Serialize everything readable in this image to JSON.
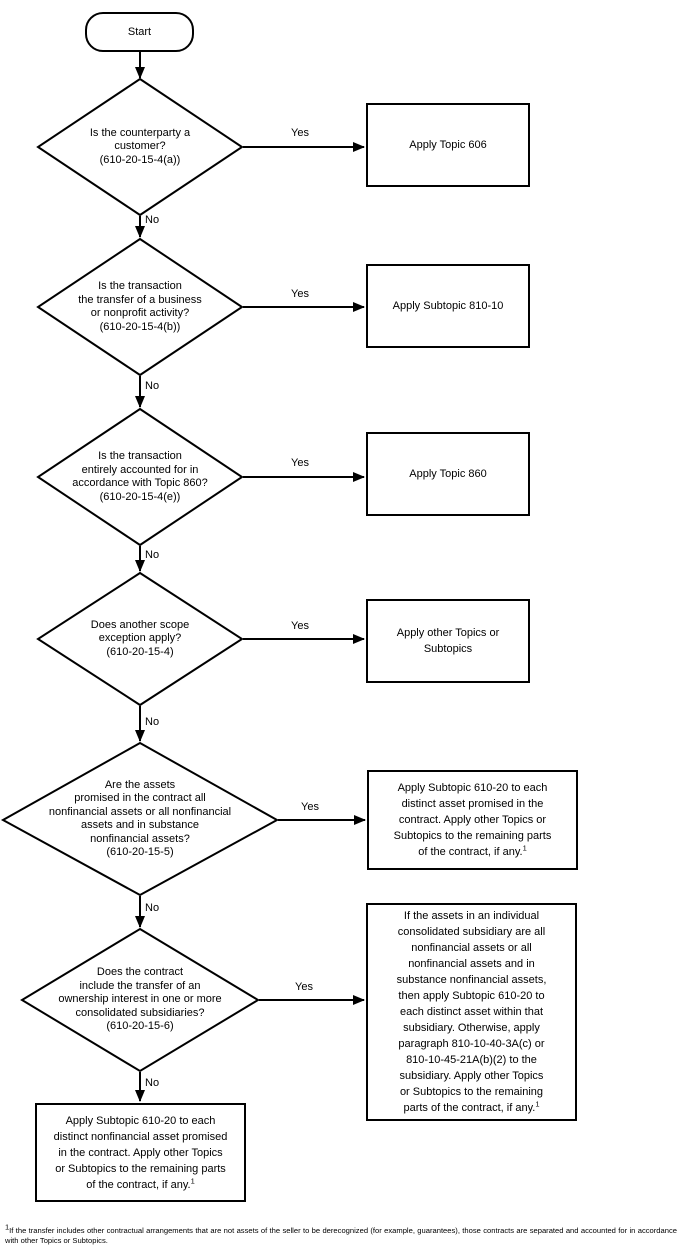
{
  "flowchart": {
    "title_hint": "ASC 610-20 scope decision flowchart",
    "colors": {
      "line": "#000000",
      "background": "#ffffff",
      "text": "#000000"
    },
    "start": {
      "label": "Start"
    },
    "yes_label": "Yes",
    "no_label": "No",
    "decisions": [
      {
        "text": "Is the counterparty a\ncustomer?\n(610-20-15-4(a))"
      },
      {
        "text": "Is the transaction\nthe transfer of a business\nor nonprofit activity?\n(610-20-15-4(b))"
      },
      {
        "text": "Is the transaction\nentirely accounted for in\naccordance with Topic 860?\n(610-20-15-4(e))"
      },
      {
        "text": "Does another scope\nexception apply?\n(610-20-15-4)"
      },
      {
        "text": "Are the assets\npromised in the contract all\nnonfinancial assets or all nonfinancial\nassets and in substance\nnonfinancial assets?\n(610-20-15-5)"
      },
      {
        "text": "Does the contract\ninclude the transfer of an\nownership interest in one or more\nconsolidated subsidiaries?\n(610-20-15-6)"
      }
    ],
    "outcomes": [
      {
        "text": "Apply Topic 606"
      },
      {
        "text": "Apply Subtopic 810-10"
      },
      {
        "text": "Apply Topic 860"
      },
      {
        "text": "Apply other Topics or\nSubtopics"
      },
      {
        "text": "Apply Subtopic 610-20 to each\ndistinct asset promised in the\ncontract. Apply other Topics or\nSubtopics to the remaining parts\nof the contract, if any.",
        "footnote_ref": "1"
      },
      {
        "text": "If the assets in an individual\nconsolidated subsidiary are all\nnonfinancial assets or all\nnonfinancial assets and in\nsubstance nonfinancial assets,\nthen apply Subtopic 610-20 to\neach distinct asset within that\nsubsidiary. Otherwise, apply\nparagraph 810-10-40-3A(c) or\n810-10-45-21A(b)(2) to the\nsubsidiary. Apply other Topics\nor Subtopics to the remaining\nparts of the contract, if any.",
        "footnote_ref": "1"
      },
      {
        "text": "Apply Subtopic 610-20 to each\ndistinct nonfinancial asset promised\nin the contract. Apply other Topics\nor Subtopics to the remaining parts\nof the contract, if any.",
        "footnote_ref": "1"
      }
    ],
    "footnote": {
      "ref": "1",
      "text": "If the transfer includes other contractual arrangements that are not assets of the seller to be derecognized (for example, guarantees), those contracts are separated and accounted for in accordance with other Topics or Subtopics."
    }
  }
}
